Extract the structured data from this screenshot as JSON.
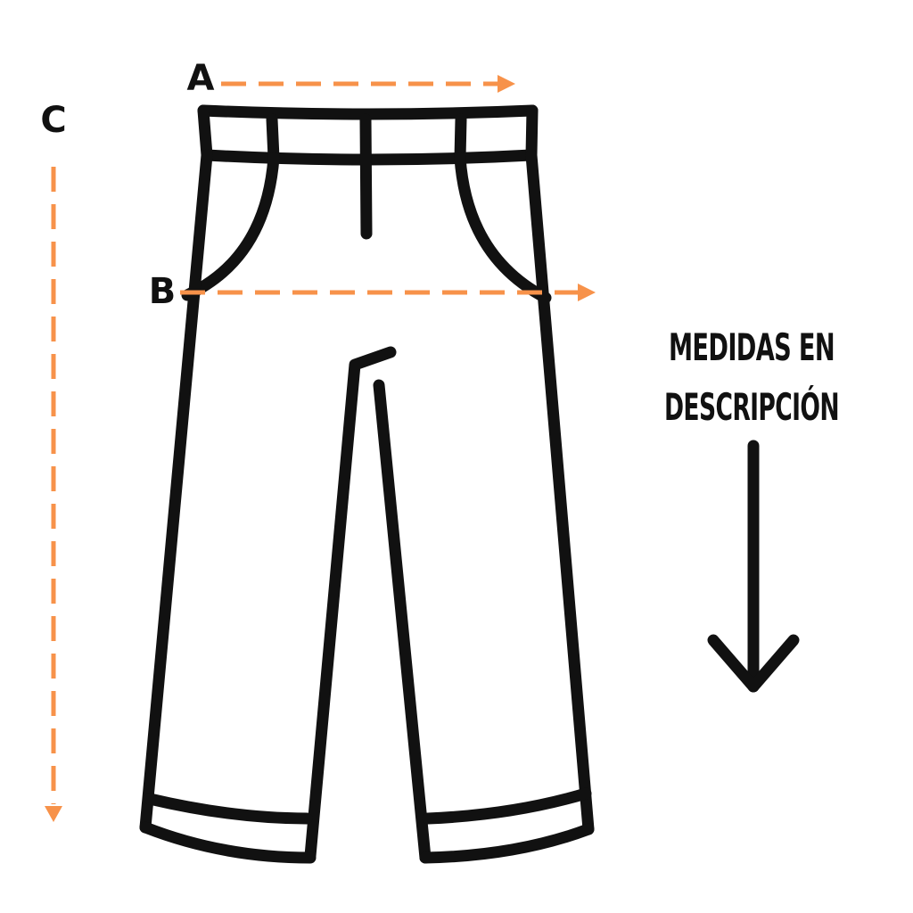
{
  "labels": {
    "a": "A",
    "b": "B",
    "c": "C"
  },
  "note": {
    "line1": "MEDIDAS EN",
    "line2": "DESCRIPCIÓN"
  },
  "colors": {
    "measure": "#F7924A",
    "outline": "#111111",
    "background": "#FFFFFF"
  },
  "icons": {
    "garment": "pants-outline-icon",
    "pointer": "arrow-down-icon"
  }
}
